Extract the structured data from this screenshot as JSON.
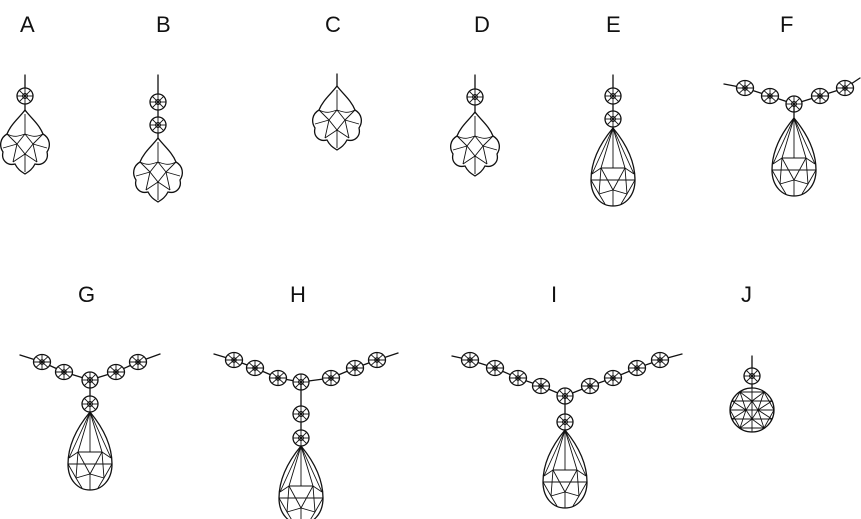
{
  "labels": [
    {
      "id": "A",
      "text": "A"
    },
    {
      "id": "B",
      "text": "B"
    },
    {
      "id": "C",
      "text": "C"
    },
    {
      "id": "D",
      "text": "D"
    },
    {
      "id": "E",
      "text": "E"
    },
    {
      "id": "F",
      "text": "F"
    },
    {
      "id": "G",
      "text": "G"
    },
    {
      "id": "H",
      "text": "H"
    },
    {
      "id": "I",
      "text": "I"
    },
    {
      "id": "J",
      "text": "J"
    }
  ],
  "pendants": [
    {
      "id": "A",
      "beads_above": 1,
      "drop": "french-cut",
      "garland_beads_per_side": 0
    },
    {
      "id": "B",
      "beads_above": 2,
      "drop": "french-cut",
      "garland_beads_per_side": 0
    },
    {
      "id": "C",
      "beads_above": 0,
      "drop": "french-cut",
      "garland_beads_per_side": 0
    },
    {
      "id": "D",
      "beads_above": 1,
      "drop": "french-cut",
      "garland_beads_per_side": 0
    },
    {
      "id": "E",
      "beads_above": 2,
      "drop": "teardrop",
      "garland_beads_per_side": 0
    },
    {
      "id": "F",
      "beads_above": 0,
      "drop": "teardrop",
      "garland_beads_per_side": 3
    },
    {
      "id": "G",
      "beads_above": 1,
      "drop": "teardrop",
      "garland_beads_per_side": 3
    },
    {
      "id": "H",
      "beads_above": 2,
      "drop": "teardrop",
      "garland_beads_per_side": 4
    },
    {
      "id": "I",
      "beads_above": 1,
      "drop": "teardrop",
      "garland_beads_per_side": 5
    },
    {
      "id": "J",
      "beads_above": 1,
      "drop": "ball",
      "garland_beads_per_side": 0
    }
  ],
  "colors": {
    "ink": "#111111",
    "background": "#ffffff"
  }
}
